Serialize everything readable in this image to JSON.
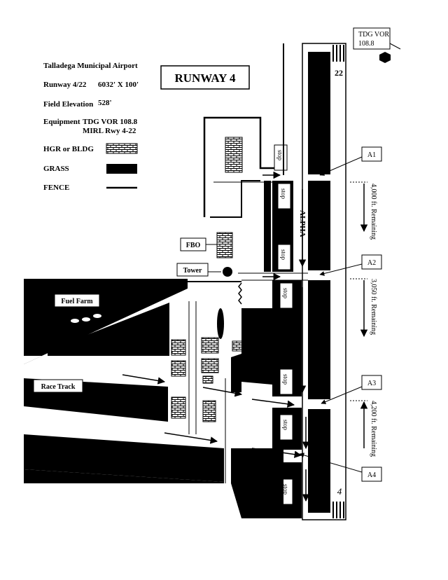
{
  "legend": {
    "airport_name": "Talladega Municipal Airport",
    "runway_label": "Runway 4/22",
    "runway_dims": "6032' X 100'",
    "elevation_label": "Field Elevation",
    "elevation_value": "528'",
    "equipment_label": "Equipment",
    "equipment_vor": "TDG VOR  108.8",
    "equipment_mirl": "MIRL Rwy 4-22",
    "hgr_label": "HGR or BLDG",
    "grass_label": "GRASS",
    "fence_label": "FENCE"
  },
  "title": "RUNWAY 4",
  "vor_box": {
    "line1": "TDG VOR",
    "line2": "108.8"
  },
  "runway_numbers": {
    "north": "22",
    "south": "4"
  },
  "taxiway_name": "ALPHA",
  "intersections": [
    "A1",
    "A2",
    "A3",
    "A4"
  ],
  "remaining": [
    "4,000 ft. Remaining",
    "3,050 ft. Remaining",
    "4,200 ft. Remaining"
  ],
  "labels": {
    "fbo": "FBO",
    "tower": "Tower",
    "fuel_farm": "Fuel Farm",
    "race_track": "Race Track"
  },
  "stop_sign_text": "stop"
}
